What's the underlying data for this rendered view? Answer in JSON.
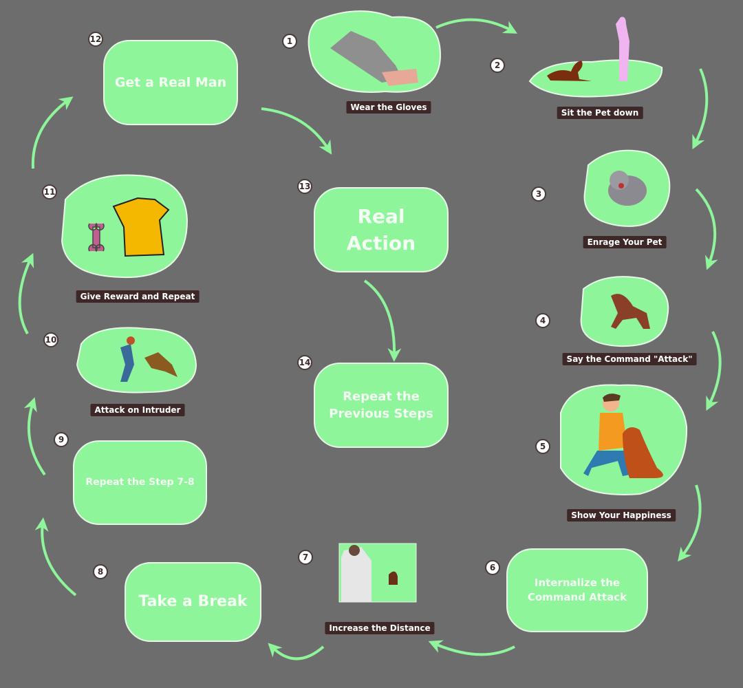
{
  "colors": {
    "background": "#6d6d6d",
    "green": "#8ef59b",
    "label_bg": "#3d2727",
    "arrow": "#8ef59b"
  },
  "steps": [
    {
      "n": "1",
      "label": "Wear the Gloves",
      "icon": "gloves-illustration"
    },
    {
      "n": "2",
      "label": "Sit the Pet down",
      "icon": "sitting-dog-illustration"
    },
    {
      "n": "3",
      "label": "Enrage Your Pet",
      "icon": "angry-bulldog-illustration"
    },
    {
      "n": "4",
      "label": "Say the Command \"Attack\"",
      "icon": "barking-dog-illustration"
    },
    {
      "n": "5",
      "label": "Show Your Happiness",
      "icon": "man-hugging-dog-illustration"
    },
    {
      "n": "6",
      "label": "Internalize the Command Attack"
    },
    {
      "n": "7",
      "label": "Increase the Distance",
      "icon": "man-and-dog-distance-photo"
    },
    {
      "n": "8",
      "label": "Take a Break"
    },
    {
      "n": "9",
      "label": "Repeat the Step 7-8"
    },
    {
      "n": "10",
      "label": "Attack on Intruder",
      "icon": "dog-attacking-intruder-illustration"
    },
    {
      "n": "11",
      "label": "Give Reward and Repeat",
      "icon": "dog-and-bone-illustration"
    },
    {
      "n": "12",
      "label": "Get a Real Man"
    },
    {
      "n": "13",
      "label": "Real Action"
    },
    {
      "n": "14",
      "label": "Repeat the Previous Steps"
    }
  ]
}
